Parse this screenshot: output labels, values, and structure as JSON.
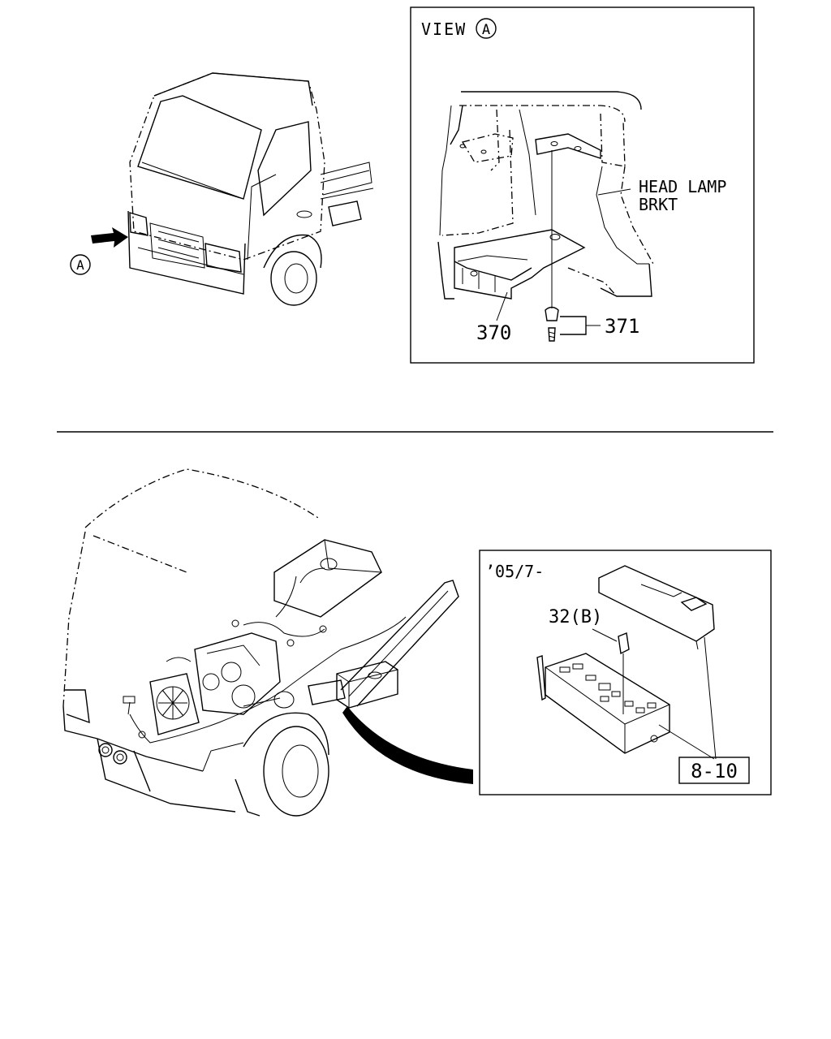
{
  "view_a": {
    "title": "VIEW",
    "marker": "A",
    "head_lamp_label_line1": "HEAD LAMP",
    "head_lamp_label_line2": "BRKT",
    "part_370": "370",
    "part_371": "371"
  },
  "truck_top": {
    "marker": "A"
  },
  "inset_relay": {
    "date_label": "’05/7-",
    "part_32b": "32(B)",
    "ref_8_10": "8-10"
  }
}
